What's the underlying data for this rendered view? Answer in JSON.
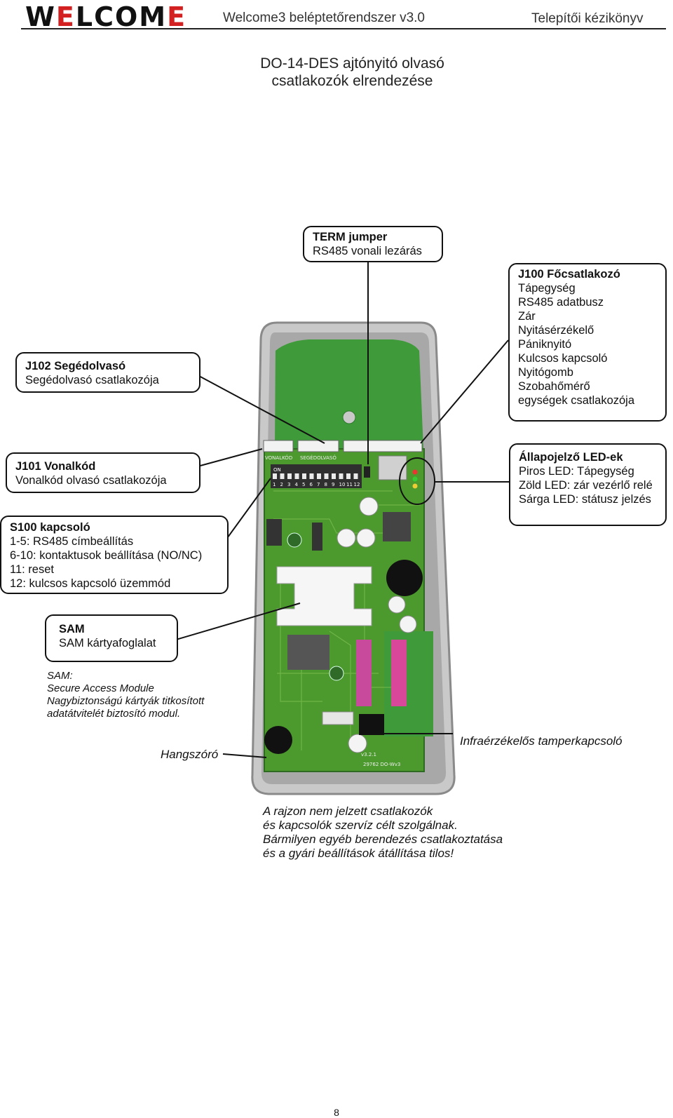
{
  "header": {
    "logo_prefix": "W",
    "logo_e": "E",
    "logo_suffix": "LCOM",
    "logo_end": "E",
    "title": "Welcome3 beléptetőrendszer v3.0",
    "right": "Telepítői kézikönyv"
  },
  "main_title": [
    "DO-14-DES ajtónyitó olvasó",
    "csatlakozók elrendezése"
  ],
  "callouts": {
    "term": {
      "title": "TERM jumper",
      "lines": [
        "RS485 vonali lezárás"
      ]
    },
    "j100": {
      "title": "J100 Főcsatlakozó",
      "lines": [
        "Tápegység",
        "RS485 adatbusz",
        "Zár",
        "Nyitásérzékelő",
        "Pániknyitó",
        "Kulcsos kapcsoló",
        "Nyitógomb",
        "Szobahőmérő",
        "egységek csatlakozója"
      ]
    },
    "j102": {
      "title": "J102 Segédolvasó",
      "lines": [
        "Segédolvasó csatlakozója"
      ]
    },
    "j101": {
      "title": "J101 Vonalkód",
      "lines": [
        "Vonalkód olvasó csatlakozója"
      ]
    },
    "led": {
      "title": "Állapojelző LED-ek",
      "lines": [
        "Piros LED: Tápegység",
        "Zöld LED: zár vezérlő relé",
        "Sárga LED: státusz jelzés"
      ]
    },
    "s100": {
      "title": "S100 kapcsoló",
      "lines": [
        "1-5: RS485 címbeállítás",
        "6-10: kontaktusok beállítása (NO/NC)",
        "11: reset",
        "12: kulcsos kapcsoló üzemmód"
      ]
    },
    "sam": {
      "title": "SAM",
      "lines": [
        "SAM kártyafoglalat"
      ]
    }
  },
  "sam_note": [
    "SAM:",
    "Secure Access Module",
    "Nagybiztonságú kártyák titkosított",
    "adatátvitelét biztosító modul."
  ],
  "labels": {
    "speaker": "Hangszóró",
    "tamper": "Infraérzékelős tamperkapcsoló"
  },
  "bottom_note": [
    "A rajzon nem jelzett csatlakozók",
    "és kapcsolók szervíz célt szolgálnak.",
    "Bármilyen egyéb berendezés csatlakoztatása",
    "és a gyári beállítások átállítása tilos!"
  ],
  "board_labels": {
    "vonalkod": "VONALKÓD",
    "segedolvaso": "SEGÉDOLVASÓ",
    "on": "ON",
    "dip_numbers": [
      "1",
      "2",
      "3",
      "4",
      "5",
      "6",
      "7",
      "8",
      "9",
      "10",
      "11",
      "12"
    ],
    "model": "29762 DO-Wv3",
    "version": "v3.2.1"
  },
  "page_number": "8",
  "colors": {
    "pcb": "#3f9a3a",
    "pcb_dark": "#2e7a2c",
    "case": "#c9c9c9",
    "case_inner": "#9a9a9a",
    "pink": "#d9479b",
    "logo_red": "#d32020"
  }
}
